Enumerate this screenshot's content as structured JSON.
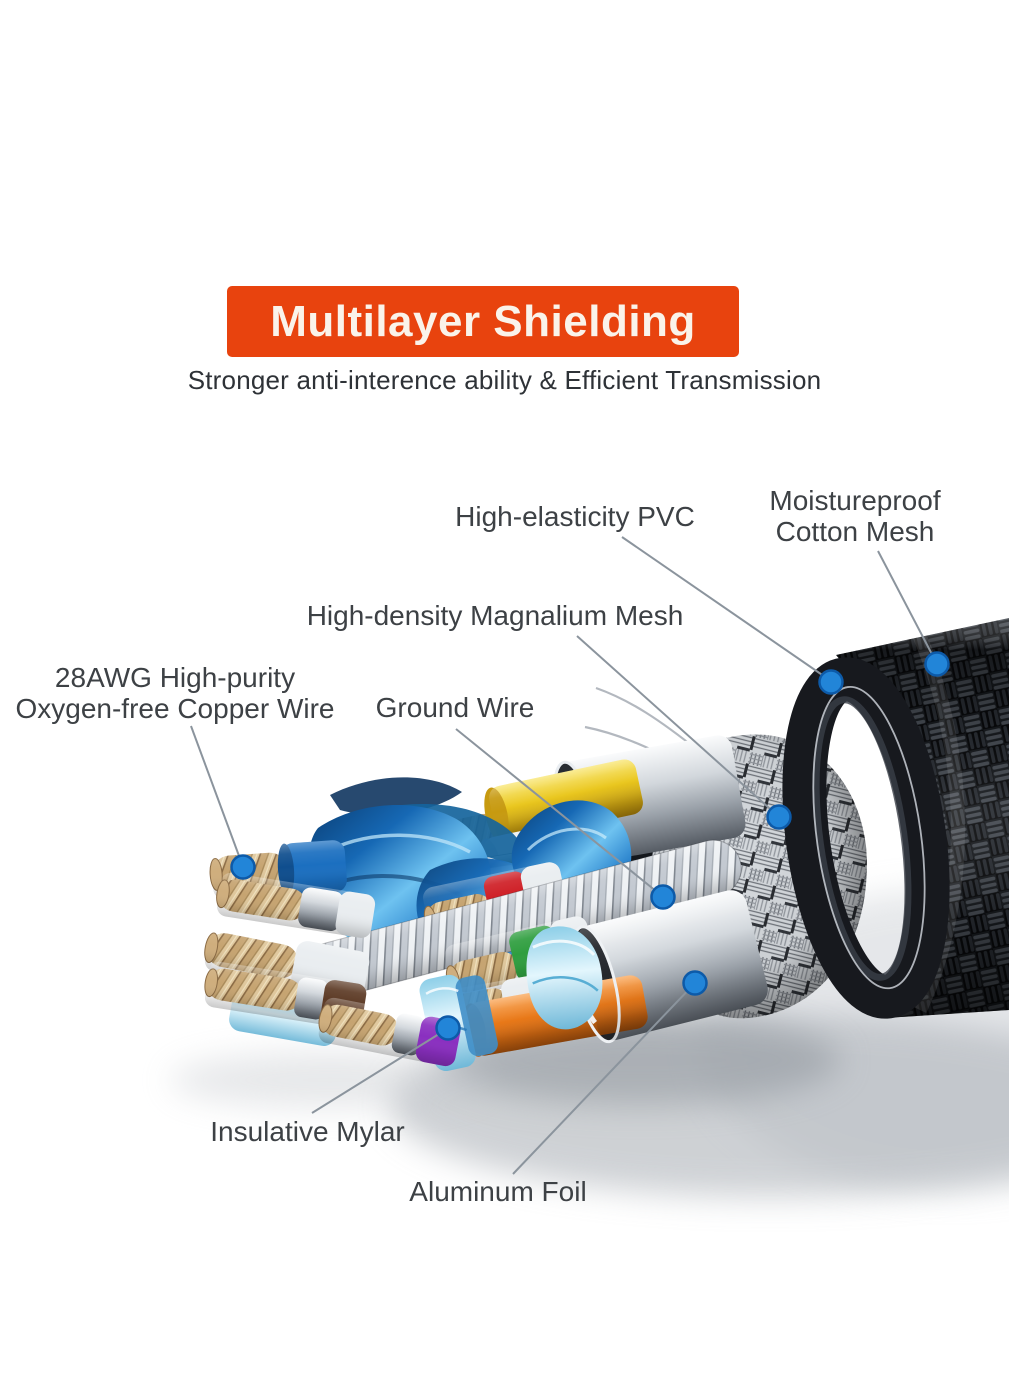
{
  "banner": {
    "title": "Multilayer Shielding",
    "subtitle": "Stronger anti-interence ability & Efficient Transmission"
  },
  "callouts": [
    {
      "id": "pvc",
      "text": "High-elasticity PVC"
    },
    {
      "id": "cotton-mesh",
      "text": "Moistureproof\nCotton Mesh"
    },
    {
      "id": "magnalium-mesh",
      "text": "High-density Magnalium Mesh"
    },
    {
      "id": "copper-wire",
      "text": "28AWG High-purity\nOxygen-free Copper Wire"
    },
    {
      "id": "ground-wire",
      "text": "Ground Wire"
    },
    {
      "id": "mylar",
      "text": "Insulative Mylar"
    },
    {
      "id": "aluminum-foil",
      "text": "Aluminum Foil"
    }
  ],
  "colors": {
    "banner_bg": "#e8430e",
    "banner_text": "#faf3ea",
    "subtitle_text": "#2e3237",
    "label_text": "#3d4145",
    "leader_line": "#8b949d",
    "callout_dot": "#2285d8",
    "callout_dot_edge": "#0d5aa8",
    "wire_blue": "#1b6fc0",
    "wire_red": "#cf2027",
    "wire_green": "#2f9e3f",
    "wire_purple": "#8a2fc0",
    "wire_brown": "#5d3b26",
    "wire_orange": "#e87818",
    "wire_yellow": "#eac71e",
    "copper": "#c6a471",
    "foil_silver": "#c3c9d1",
    "jacket_black": "#17191e",
    "mylar_blue": "#1d77c4"
  }
}
